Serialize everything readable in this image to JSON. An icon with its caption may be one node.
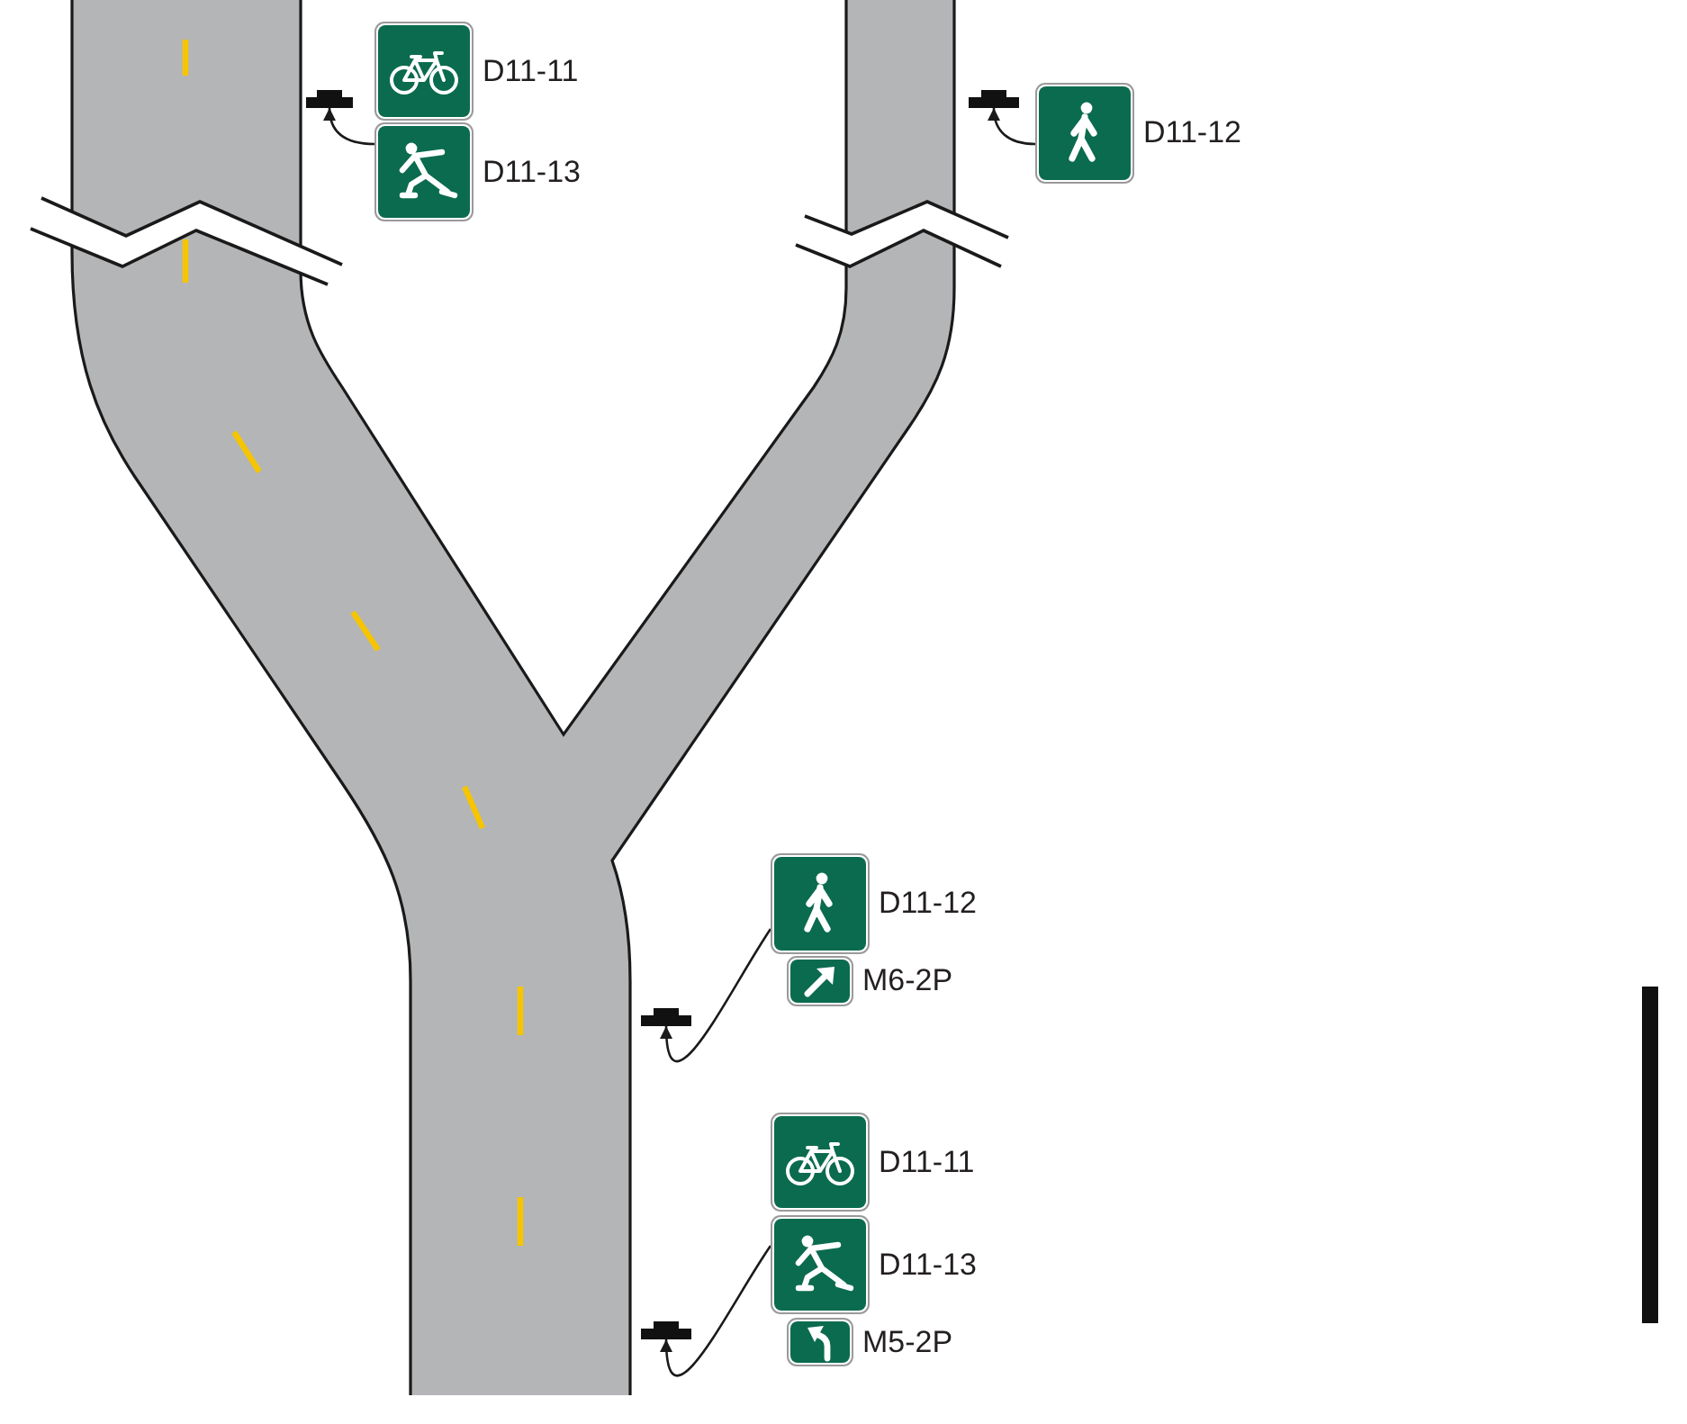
{
  "diagram": {
    "nodes": [
      {
        "text": [],
        "shape": "post"
      },
      {
        "text": [],
        "shape": "picture",
        "beside": [
          "D11-11"
        ]
      },
      {
        "text": [],
        "shape": "picture",
        "beside": [
          "D11-13"
        ]
      },
      {
        "text": [],
        "shape": "post"
      },
      {
        "text": [],
        "shape": "picture",
        "beside": [
          "D11-12"
        ]
      },
      {
        "text": [],
        "shape": "picture",
        "beside": [
          "D11-12"
        ]
      },
      {
        "text": [],
        "shape": "picture",
        "beside": [
          "M6-2P"
        ]
      },
      {
        "text": [],
        "shape": "post"
      },
      {
        "text": [],
        "shape": "picture",
        "beside": [
          "D11-11"
        ]
      },
      {
        "text": [],
        "shape": "picture",
        "beside": [
          "D11-13"
        ]
      },
      {
        "text": [],
        "shape": "picture",
        "beside": [
          "M5-2P"
        ]
      },
      {
        "text": [],
        "shape": "post"
      }
    ],
    "edges": [
      {
        "from": 2,
        "to": 0,
        "arrow": "to"
      },
      {
        "from": 4,
        "to": 3,
        "arrow": "to"
      },
      {
        "from": 5,
        "to": 7,
        "arrow": "to"
      },
      {
        "from": 9,
        "to": 11,
        "arrow": "to"
      }
    ]
  }
}
